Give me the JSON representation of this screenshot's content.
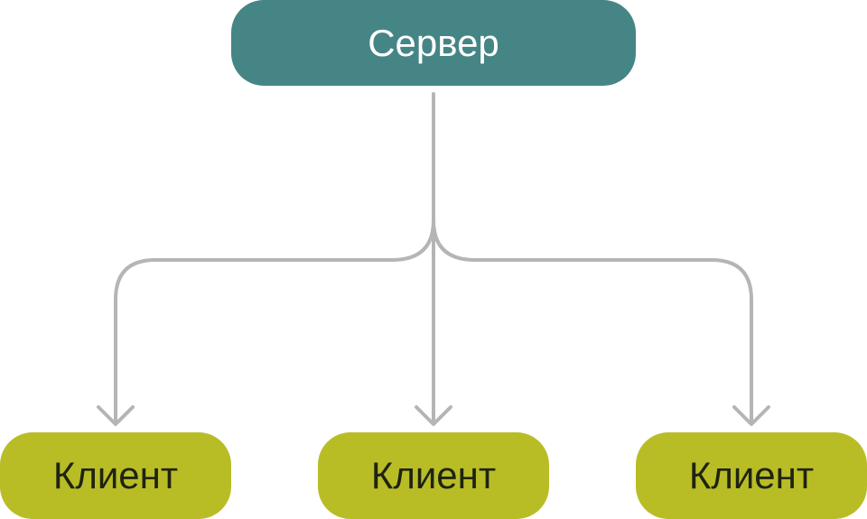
{
  "diagram": {
    "server": {
      "label": "Сервер",
      "color": "#468585"
    },
    "clients": [
      {
        "label": "Клиент",
        "color": "#b8bd26"
      },
      {
        "label": "Клиент",
        "color": "#b8bd26"
      },
      {
        "label": "Клиент",
        "color": "#b8bd26"
      }
    ],
    "connector_color": "#b5b5b5"
  }
}
